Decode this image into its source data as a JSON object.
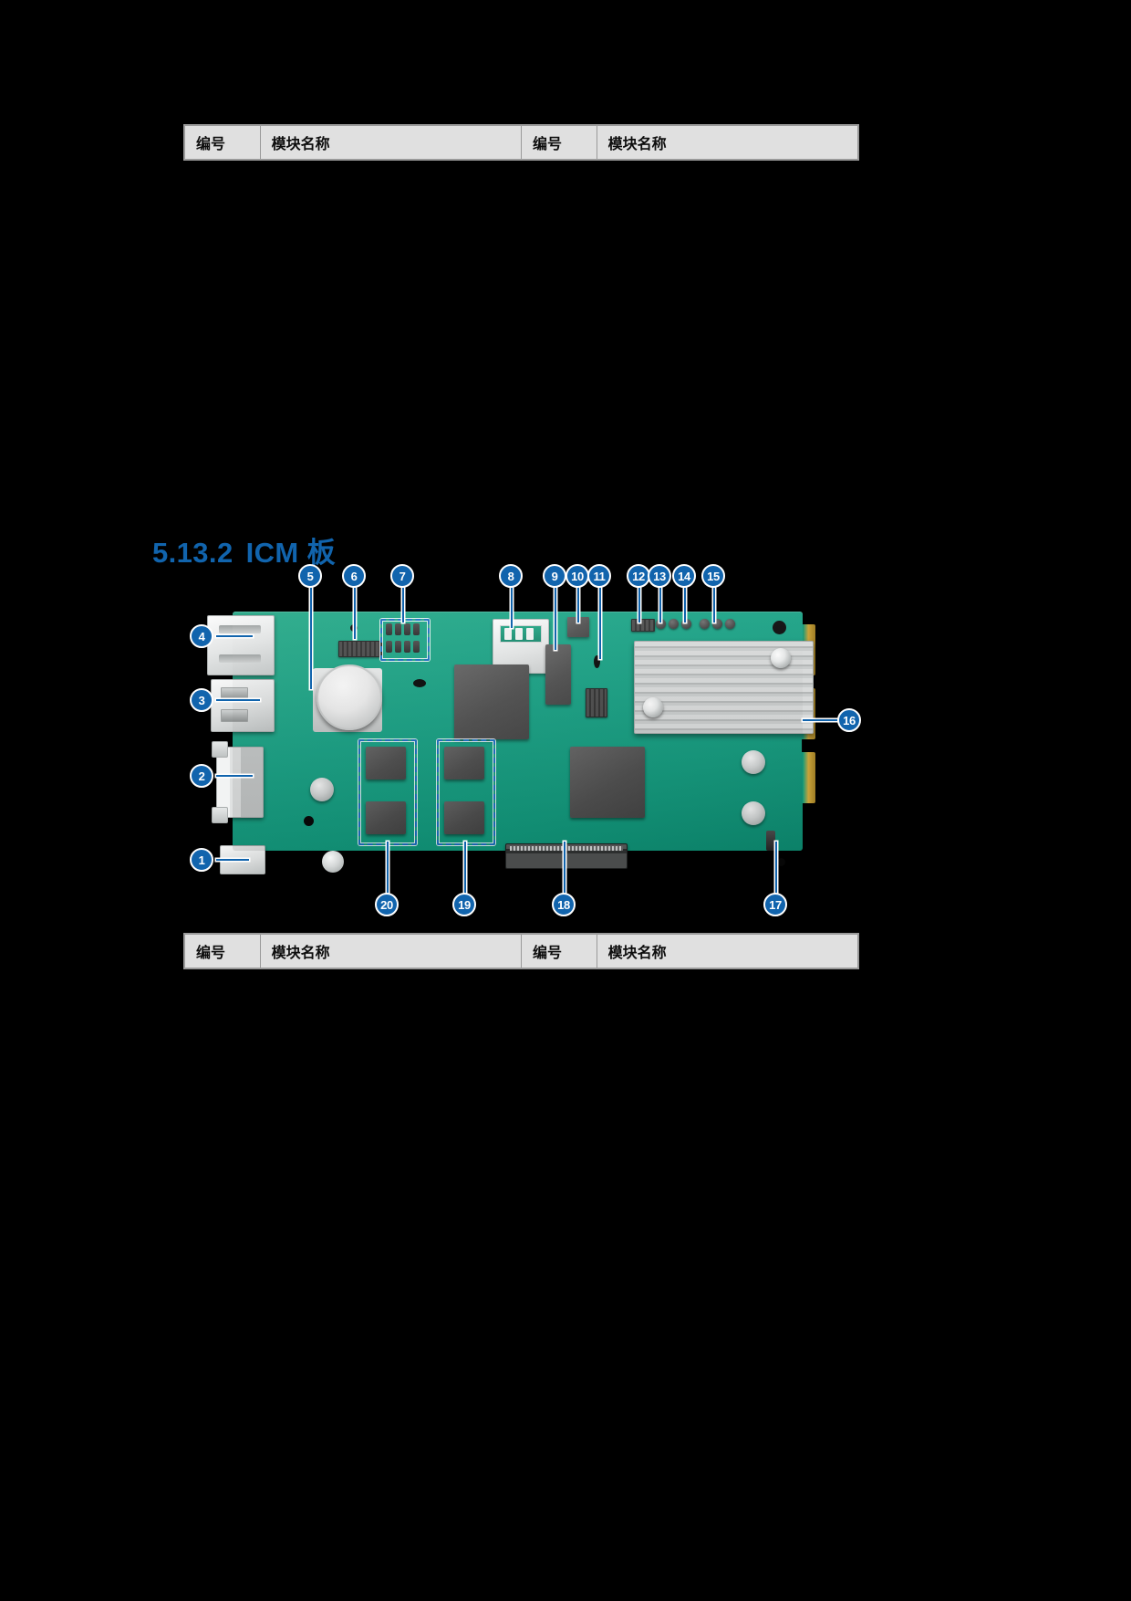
{
  "heading": {
    "number": "5.13.2",
    "title": "ICM 板"
  },
  "tables": {
    "header_number": "编号",
    "header_name": "模块名称",
    "top": {
      "columns": [
        "编号",
        "模块名称",
        "编号",
        "模块名称"
      ]
    },
    "bottom": {
      "columns": [
        "编号",
        "模块名称",
        "编号",
        "模块名称"
      ]
    }
  },
  "figure": {
    "name": "icm-board-diagram",
    "board_color": "#17a184",
    "callout_color": "#1164ad",
    "callouts": [
      {
        "id": "1",
        "label": "1"
      },
      {
        "id": "2",
        "label": "2"
      },
      {
        "id": "3",
        "label": "3"
      },
      {
        "id": "4",
        "label": "4"
      },
      {
        "id": "5",
        "label": "5"
      },
      {
        "id": "6",
        "label": "6"
      },
      {
        "id": "7",
        "label": "7"
      },
      {
        "id": "8",
        "label": "8"
      },
      {
        "id": "9",
        "label": "9"
      },
      {
        "id": "10",
        "label": "10"
      },
      {
        "id": "11",
        "label": "11"
      },
      {
        "id": "12",
        "label": "12"
      },
      {
        "id": "13",
        "label": "13"
      },
      {
        "id": "14",
        "label": "14"
      },
      {
        "id": "15",
        "label": "15"
      },
      {
        "id": "16",
        "label": "16"
      },
      {
        "id": "17",
        "label": "17"
      },
      {
        "id": "18",
        "label": "18"
      },
      {
        "id": "19",
        "label": "19"
      },
      {
        "id": "20",
        "label": "20"
      }
    ]
  }
}
